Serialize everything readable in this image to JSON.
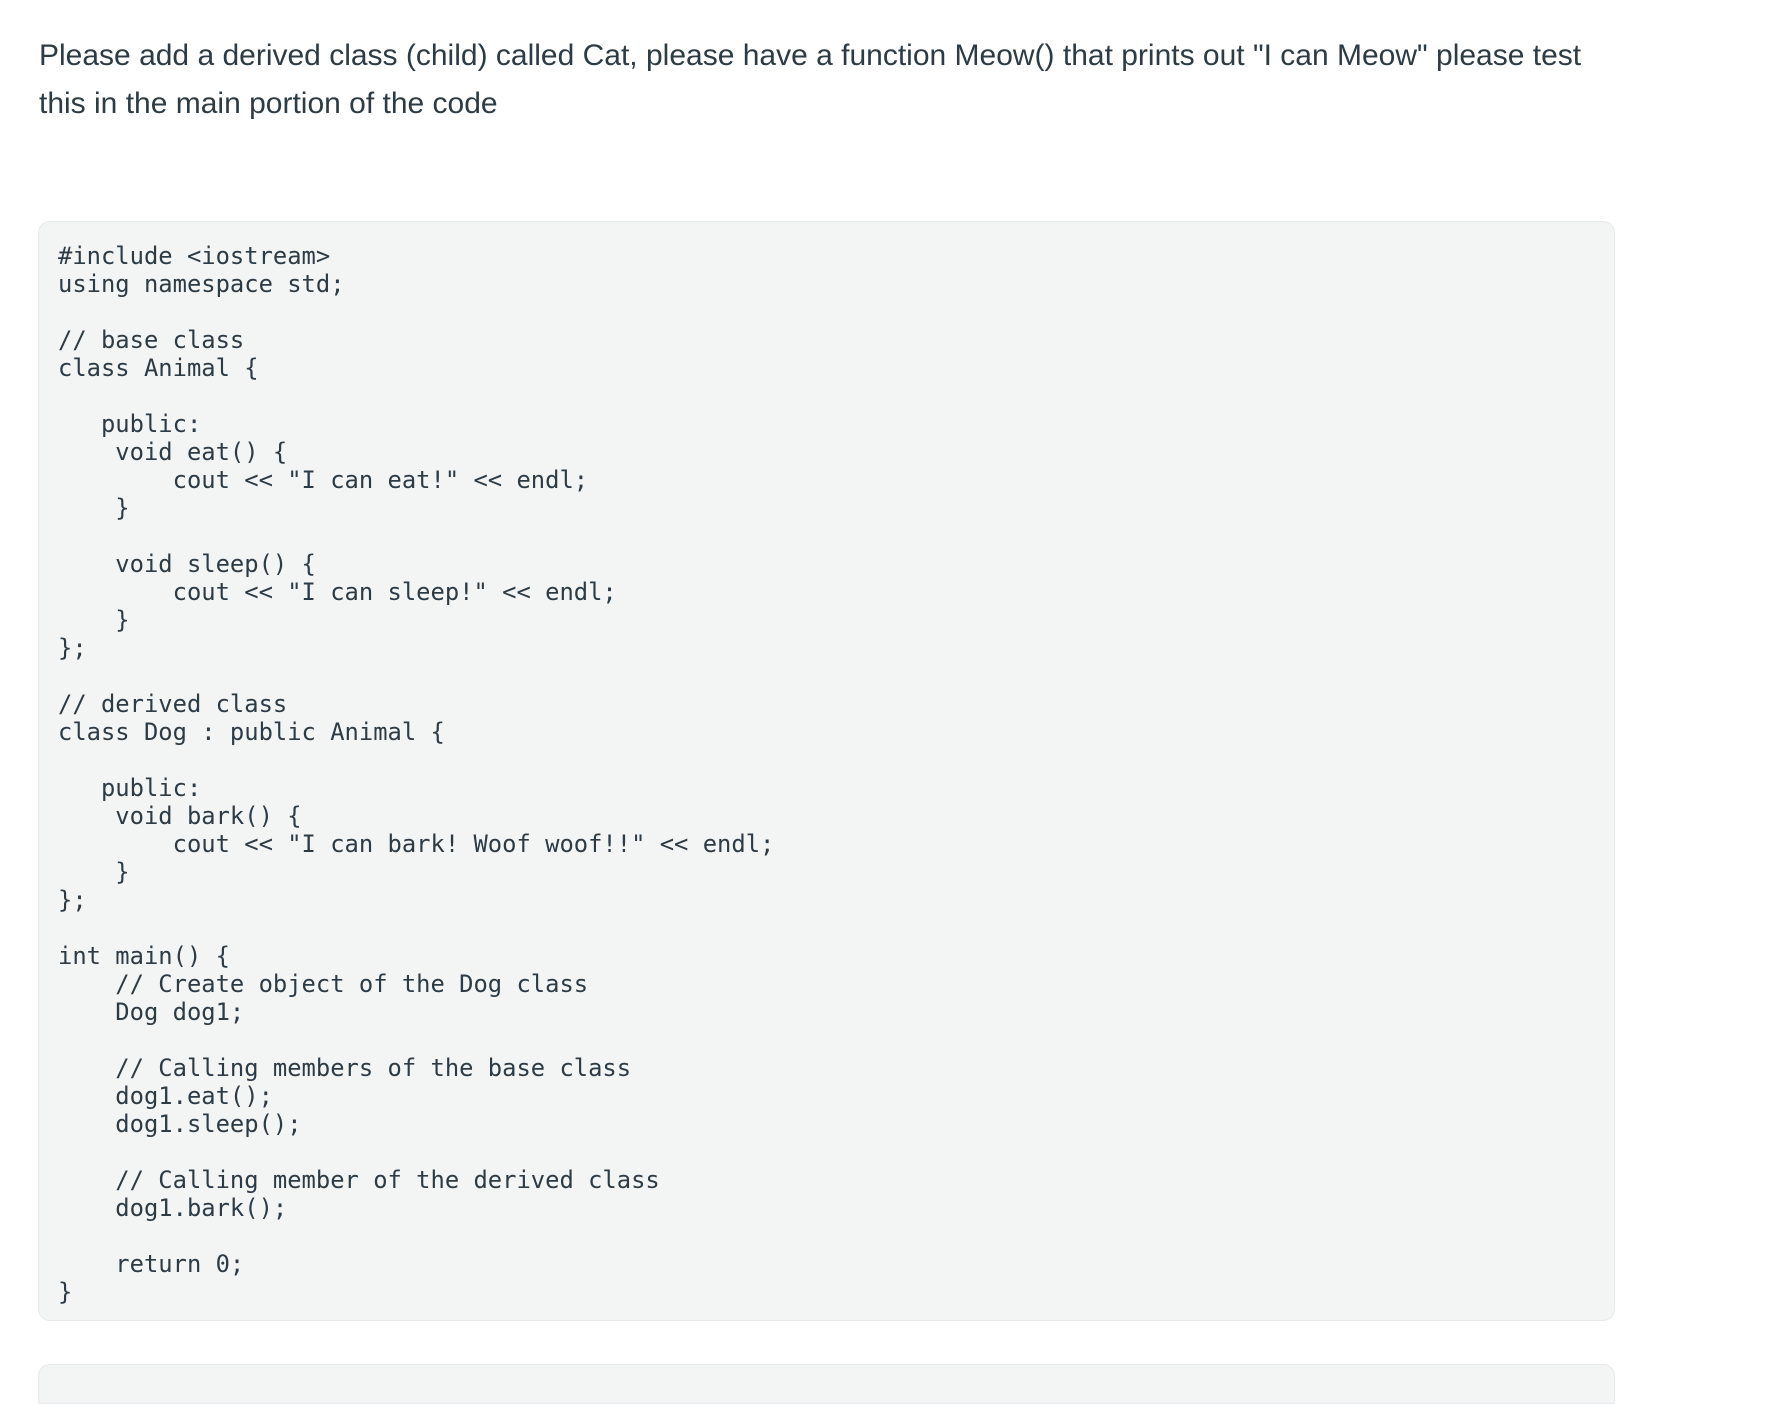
{
  "question": {
    "text": "Please add a derived class (child) called Cat, please have a function Meow() that prints out \"I can Meow\" please test this in the main portion of the code"
  },
  "code_block": {
    "language": "cpp",
    "lines": [
      "#include <iostream>",
      "using namespace std;",
      "",
      "// base class",
      "class Animal {",
      "",
      "   public:",
      "    void eat() {",
      "        cout << \"I can eat!\" << endl;",
      "    }",
      "",
      "    void sleep() {",
      "        cout << \"I can sleep!\" << endl;",
      "    }",
      "};",
      "",
      "// derived class",
      "class Dog : public Animal {",
      "",
      "   public:",
      "    void bark() {",
      "        cout << \"I can bark! Woof woof!!\" << endl;",
      "    }",
      "};",
      "",
      "int main() {",
      "    // Create object of the Dog class",
      "    Dog dog1;",
      "",
      "    // Calling members of the base class",
      "    dog1.eat();",
      "    dog1.sleep();",
      "",
      "    // Calling member of the derived class",
      "    dog1.bark();",
      "",
      "    return 0;",
      "}"
    ]
  },
  "colors": {
    "text": "#2d3b45",
    "code_background": "#f3f5f5",
    "code_border": "#e6e9ea"
  }
}
